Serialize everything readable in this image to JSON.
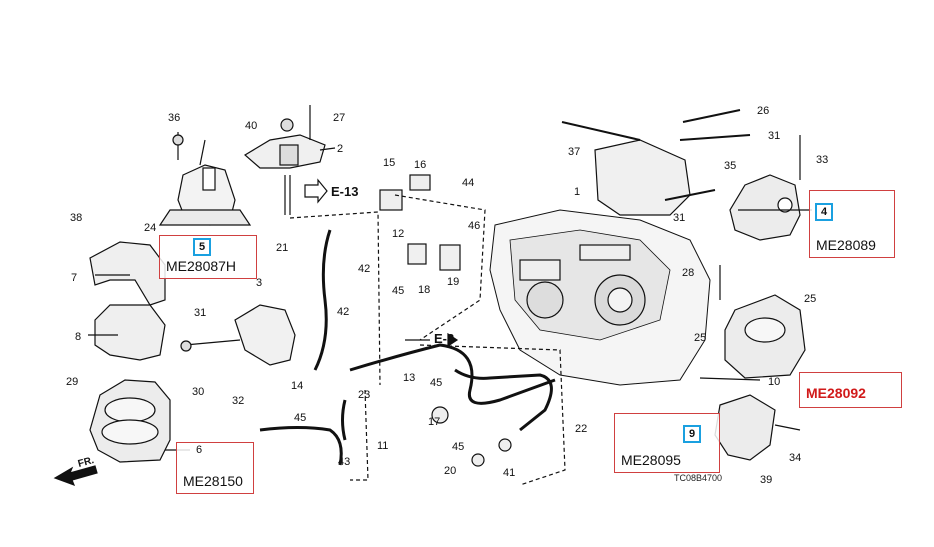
{
  "diagram_code": "TC08B4700",
  "front_label": "FR.",
  "refs": [
    "E-13",
    "E-3"
  ],
  "part_numbers": {
    "p5": "ME28087H",
    "p4": "ME28089",
    "p10": "ME28092",
    "p9": "ME28095",
    "p6": "ME28150"
  },
  "callout_markers": {
    "c5": "5",
    "c4": "4",
    "c9": "9",
    "c6": "6",
    "c10": "10"
  },
  "labels": {
    "n36": "36",
    "n40": "40",
    "n27": "27",
    "n2": "2",
    "n15": "15",
    "n16": "16",
    "n44": "44",
    "n26": "26",
    "n31a": "31",
    "n37": "37",
    "n1": "1",
    "n35": "35",
    "n33": "33",
    "n31b": "31",
    "n38": "38",
    "n24": "24",
    "n21": "21",
    "n12": "12",
    "n46": "46",
    "n42a": "42",
    "n42b": "42",
    "n45a": "45",
    "n18": "18",
    "n19": "19",
    "n7": "7",
    "n3": "3",
    "n28": "28",
    "n25a": "25",
    "n8": "8",
    "n31c": "31",
    "n25b": "25",
    "n29": "29",
    "n30": "30",
    "n32": "32",
    "n14": "14",
    "n45b": "45",
    "n13": "13",
    "n45c": "45",
    "n23": "23",
    "n17": "17",
    "n22": "22",
    "n11": "11",
    "n45d": "45",
    "n20": "20",
    "n41": "41",
    "n43": "43",
    "n34": "34",
    "n39": "39"
  }
}
